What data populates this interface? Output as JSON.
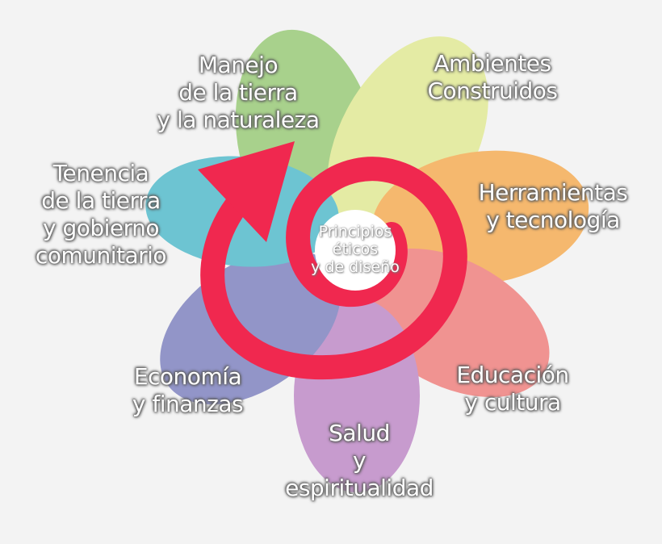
{
  "center": {
    "lines": [
      "Principios",
      "éticos",
      "y de diseño"
    ]
  },
  "domains": [
    {
      "id": "manejo",
      "lines": [
        "Manejo",
        "de la tierra",
        "y la naturaleza"
      ],
      "color": "#8cc465"
    },
    {
      "id": "ambientes",
      "lines": [
        "Ambientes",
        "Construidos"
      ],
      "color": "#dfe887"
    },
    {
      "id": "herramientas",
      "lines": [
        "Herramientas",
        "y tecnología"
      ],
      "color": "#f7a23c"
    },
    {
      "id": "educacion",
      "lines": [
        "Educación",
        "y cultura"
      ],
      "color": "#ef6f6c"
    },
    {
      "id": "salud",
      "lines": [
        "Salud",
        "y",
        "espiritualidad"
      ],
      "color": "#b77ac0"
    },
    {
      "id": "economia",
      "lines": [
        "Economía",
        "y finanzas"
      ],
      "color": "#6e72b8"
    },
    {
      "id": "tenencia",
      "lines": [
        "Tenencia",
        "de la tierra",
        "y gobierno",
        "comunitario"
      ],
      "color": "#3ab3c6"
    }
  ],
  "colors": {
    "spiral": "#f0284f",
    "background": "#f3f3f3"
  }
}
